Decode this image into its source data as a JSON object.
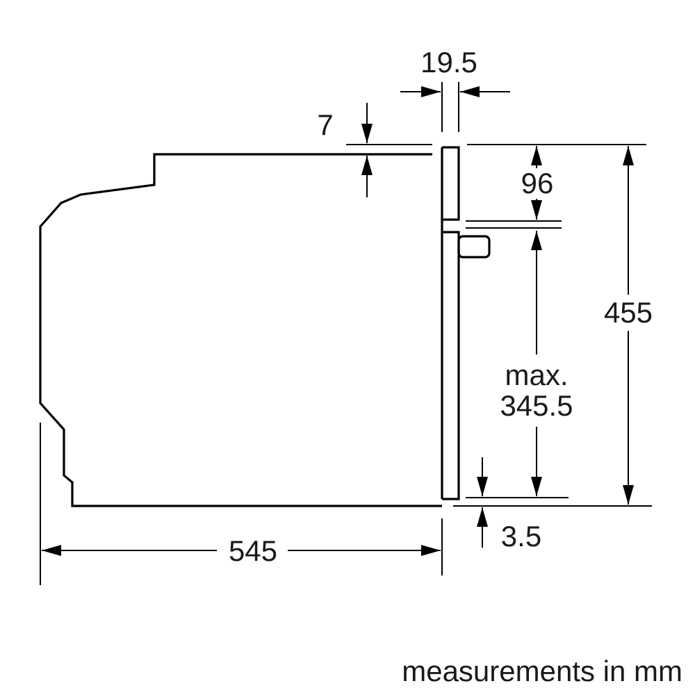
{
  "dimensions": {
    "door_thickness": "19.5",
    "top_offset": "7",
    "control_panel_height": "96",
    "overall_height": "455",
    "max_label": "max.",
    "opening_height": "345.5",
    "bottom_offset": "3.5",
    "depth": "545"
  },
  "footer": {
    "units_note": "measurements in mm"
  },
  "colors": {
    "line": "#000000",
    "text": "#1a1a1a",
    "background": "#ffffff"
  }
}
